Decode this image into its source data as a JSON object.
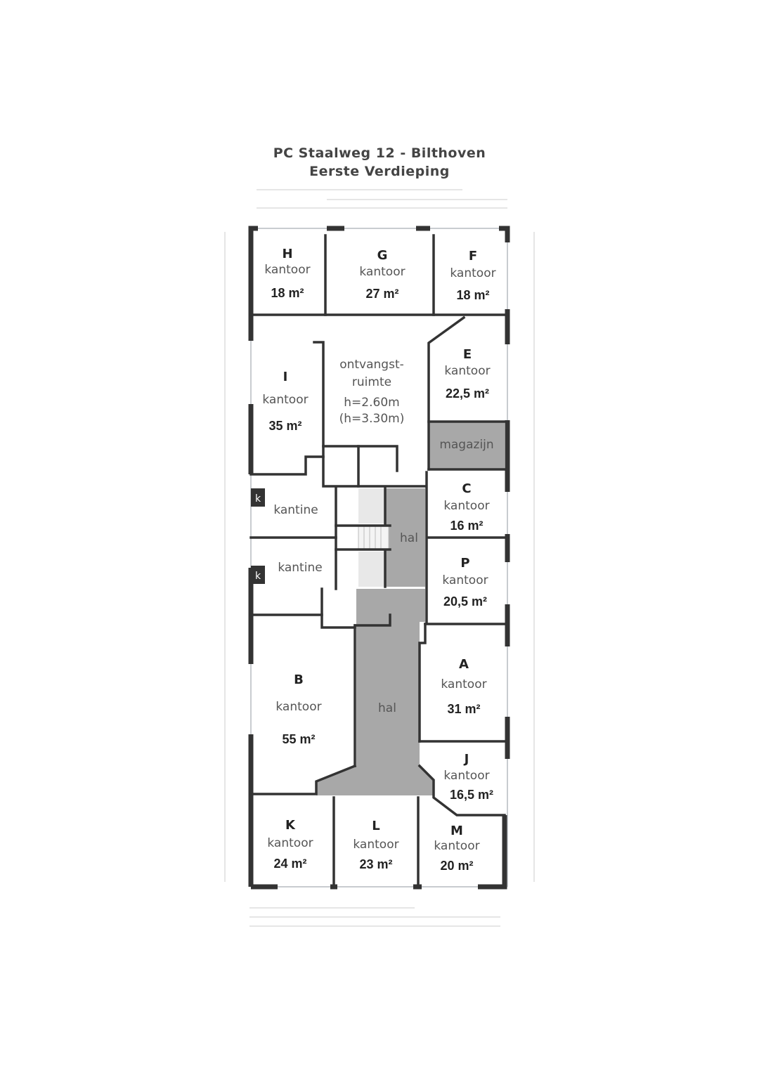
{
  "title": {
    "line1": "PC Staalweg 12 - Bilthoven",
    "line2": "Eerste Verdieping"
  },
  "colors": {
    "wall": "#333333",
    "hal": "#a8a8a8",
    "text": "#555555"
  },
  "rooms": {
    "H": {
      "id": "H",
      "type": "kantoor",
      "area": "18 m²"
    },
    "G": {
      "id": "G",
      "type": "kantoor",
      "area": "27 m²"
    },
    "F": {
      "id": "F",
      "type": "kantoor",
      "area": "18 m²"
    },
    "E": {
      "id": "E",
      "type": "kantoor",
      "area": "22,5 m²"
    },
    "I": {
      "id": "I",
      "type": "kantoor",
      "area": "35 m²"
    },
    "C": {
      "id": "C",
      "type": "kantoor",
      "area": "16 m²"
    },
    "P": {
      "id": "P",
      "type": "kantoor",
      "area": "20,5 m²"
    },
    "A": {
      "id": "A",
      "type": "kantoor",
      "area": "31 m²"
    },
    "B": {
      "id": "B",
      "type": "kantoor",
      "area": "55 m²"
    },
    "J": {
      "id": "J",
      "type": "kantoor",
      "area": "16,5 m²"
    },
    "K": {
      "id": "K",
      "type": "kantoor",
      "area": "24 m²"
    },
    "L": {
      "id": "L",
      "type": "kantoor",
      "area": "23 m²"
    },
    "M": {
      "id": "M",
      "type": "kantoor",
      "area": "20 m²"
    }
  },
  "reception": {
    "line1": "ontvangst-",
    "line2": "ruimte",
    "height1": "h=2.60m",
    "height2": "(h=3.30m)"
  },
  "other_spaces": {
    "magazijn": "magazijn",
    "kantine1": "kantine",
    "kantine2": "kantine",
    "hal1": "hal",
    "hal2": "hal",
    "kitchen_mark": "k"
  }
}
